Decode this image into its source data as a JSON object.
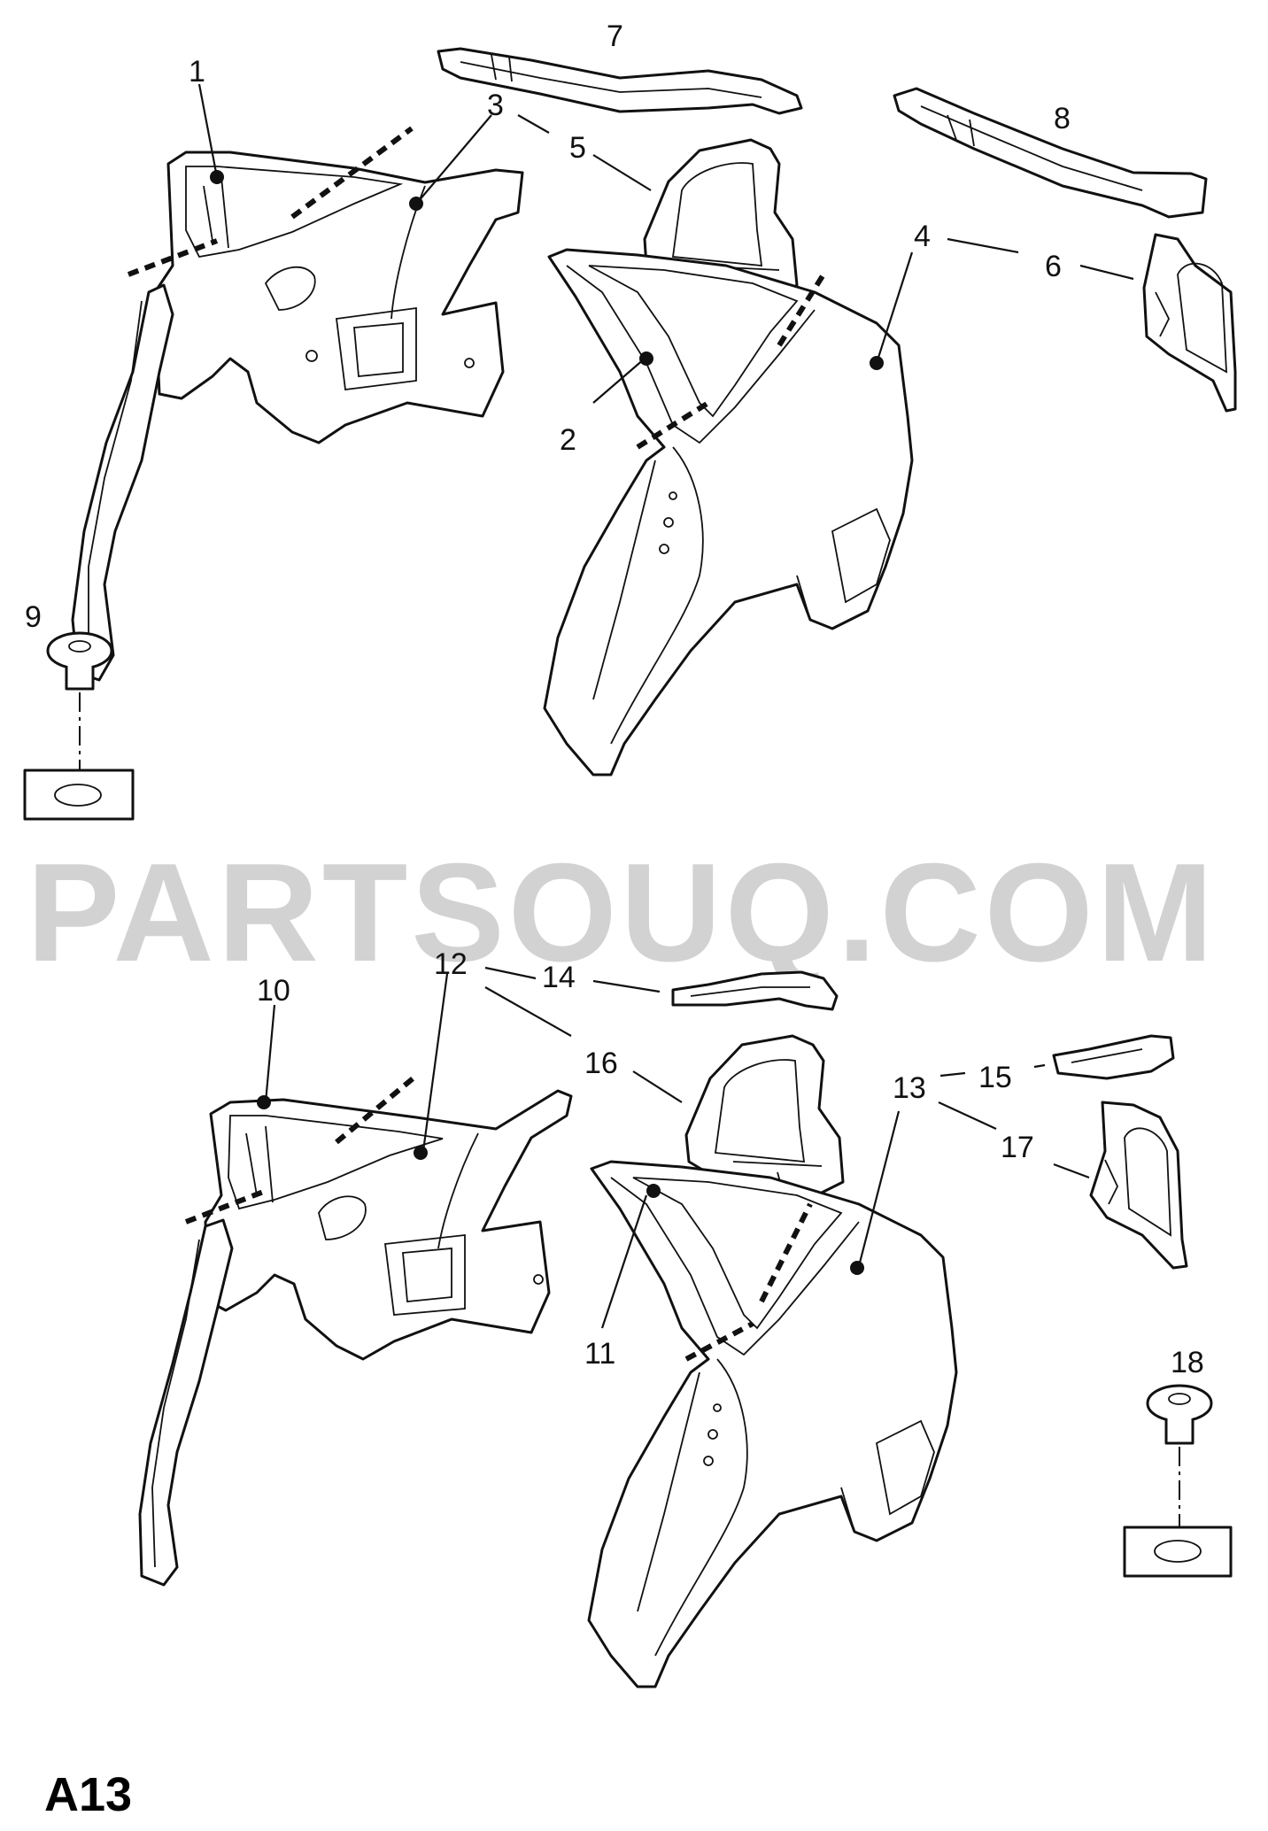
{
  "watermark": "PARTSOUQ.COM",
  "page_label": "A13",
  "callouts": {
    "c1": "1",
    "c2": "2",
    "c3": "3",
    "c4": "4",
    "c5": "5",
    "c6": "6",
    "c7": "7",
    "c8": "8",
    "c9": "9",
    "c10": "10",
    "c11": "11",
    "c12": "12",
    "c13": "13",
    "c14": "14",
    "c15": "15",
    "c16": "16",
    "c17": "17",
    "c18": "18"
  }
}
